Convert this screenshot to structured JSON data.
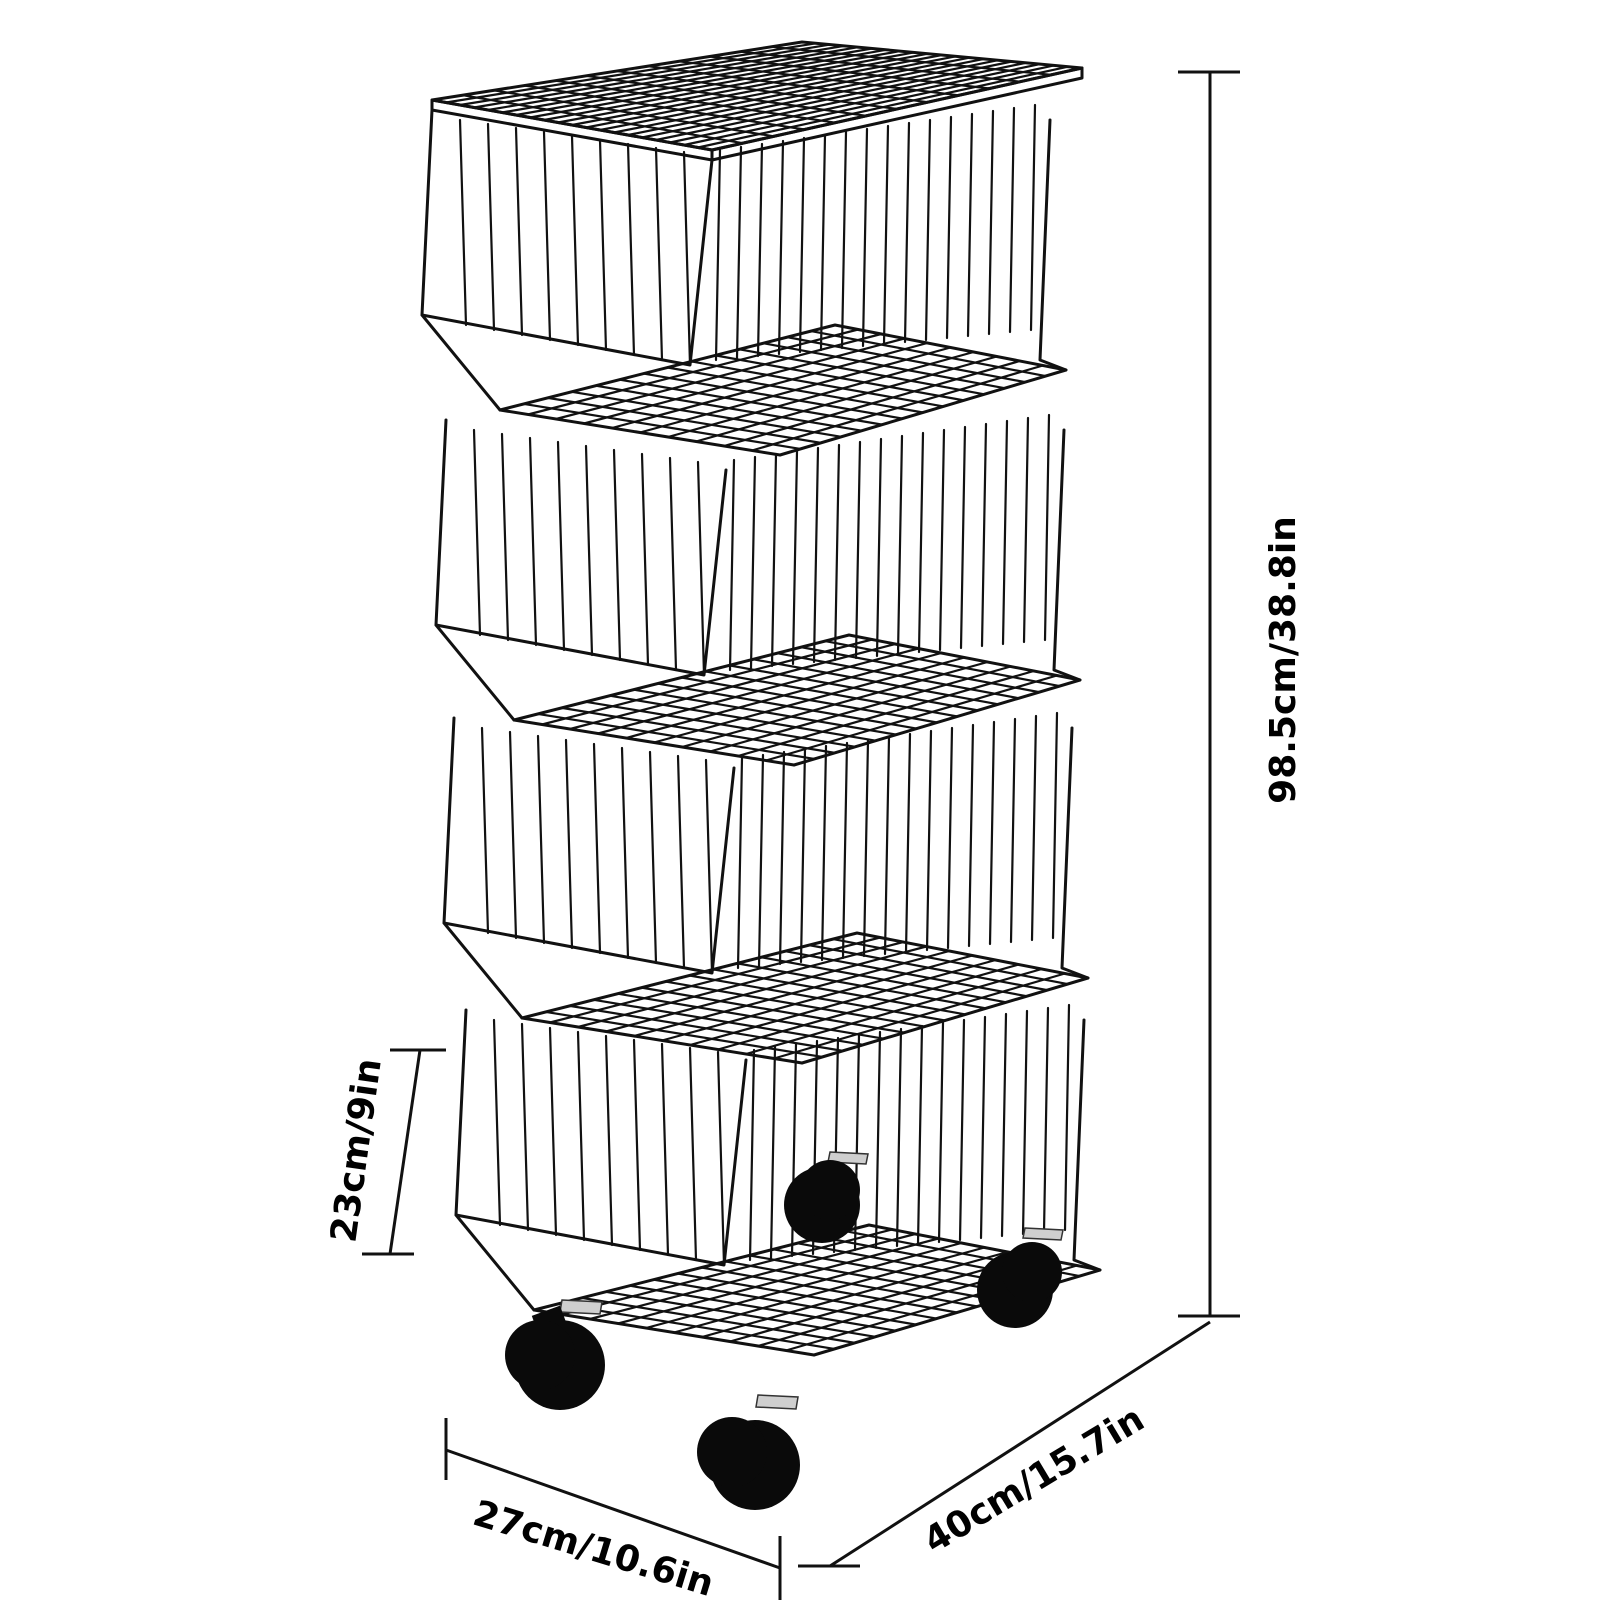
{
  "dimensions": {
    "height_total": "98.5cm/38.8in",
    "basket_height": "23cm/9in",
    "width": "27cm/10.6in",
    "length": "40cm/15.7in"
  },
  "product": {
    "tiers": 4,
    "color": "#111111",
    "wheels": 4
  }
}
